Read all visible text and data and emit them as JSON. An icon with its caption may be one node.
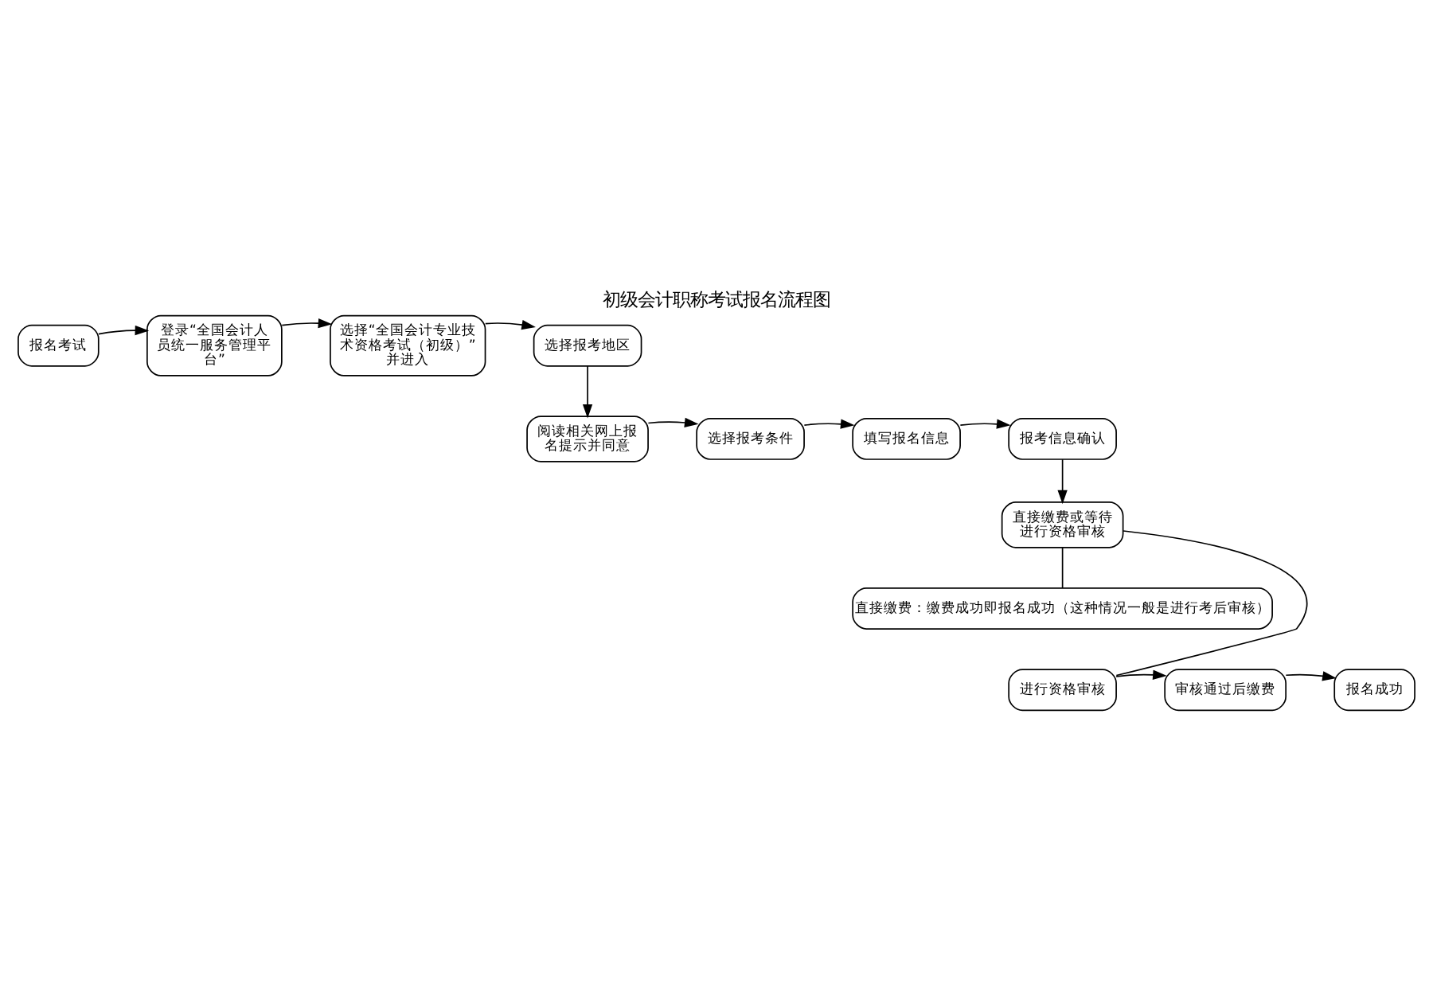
{
  "diagram": {
    "title": "初级会计职称考试报名流程图",
    "nodes": [
      {
        "text": [
          "报名考试"
        ]
      },
      {
        "text": [
          "登录“全国会计人员统一服务管理平台”"
        ]
      },
      {
        "text": [
          "选择“全国会计专业技术资格考试（初级）”并进入"
        ]
      },
      {
        "text": [
          "选择报考地区"
        ]
      },
      {
        "text": [
          "阅读相关网上报名提示并同意"
        ]
      },
      {
        "text": [
          "选择报考条件"
        ]
      },
      {
        "text": [
          "填写报名信息"
        ]
      },
      {
        "text": [
          "报考信息确认"
        ]
      },
      {
        "text": [
          "直接缴费或等待进行资格审核"
        ]
      },
      {
        "text": [
          "直接缴费：缴费成功即报名成功（这种情况一般是进行考后审核）"
        ]
      },
      {
        "text": [
          "进行资格审核"
        ]
      },
      {
        "text": [
          "审核通过后缴费"
        ]
      },
      {
        "text": [
          "报名成功"
        ]
      }
    ],
    "edges": [
      {
        "from": 0,
        "to": 1,
        "arrow": "to"
      },
      {
        "from": 1,
        "to": 2,
        "arrow": "to"
      },
      {
        "from": 2,
        "to": 3,
        "arrow": "to"
      },
      {
        "from": 3,
        "to": 4,
        "arrow": "to"
      },
      {
        "from": 4,
        "to": 5,
        "arrow": "to"
      },
      {
        "from": 5,
        "to": 6,
        "arrow": "to"
      },
      {
        "from": 6,
        "to": 7,
        "arrow": "to"
      },
      {
        "from": 7,
        "to": 8,
        "arrow": "to"
      },
      {
        "from": 8,
        "to": 9,
        "arrow": "none"
      },
      {
        "from": 8,
        "to": 10,
        "arrow": "none"
      },
      {
        "from": 10,
        "to": 11,
        "arrow": "to"
      },
      {
        "from": 11,
        "to": 12,
        "arrow": "to"
      }
    ]
  }
}
